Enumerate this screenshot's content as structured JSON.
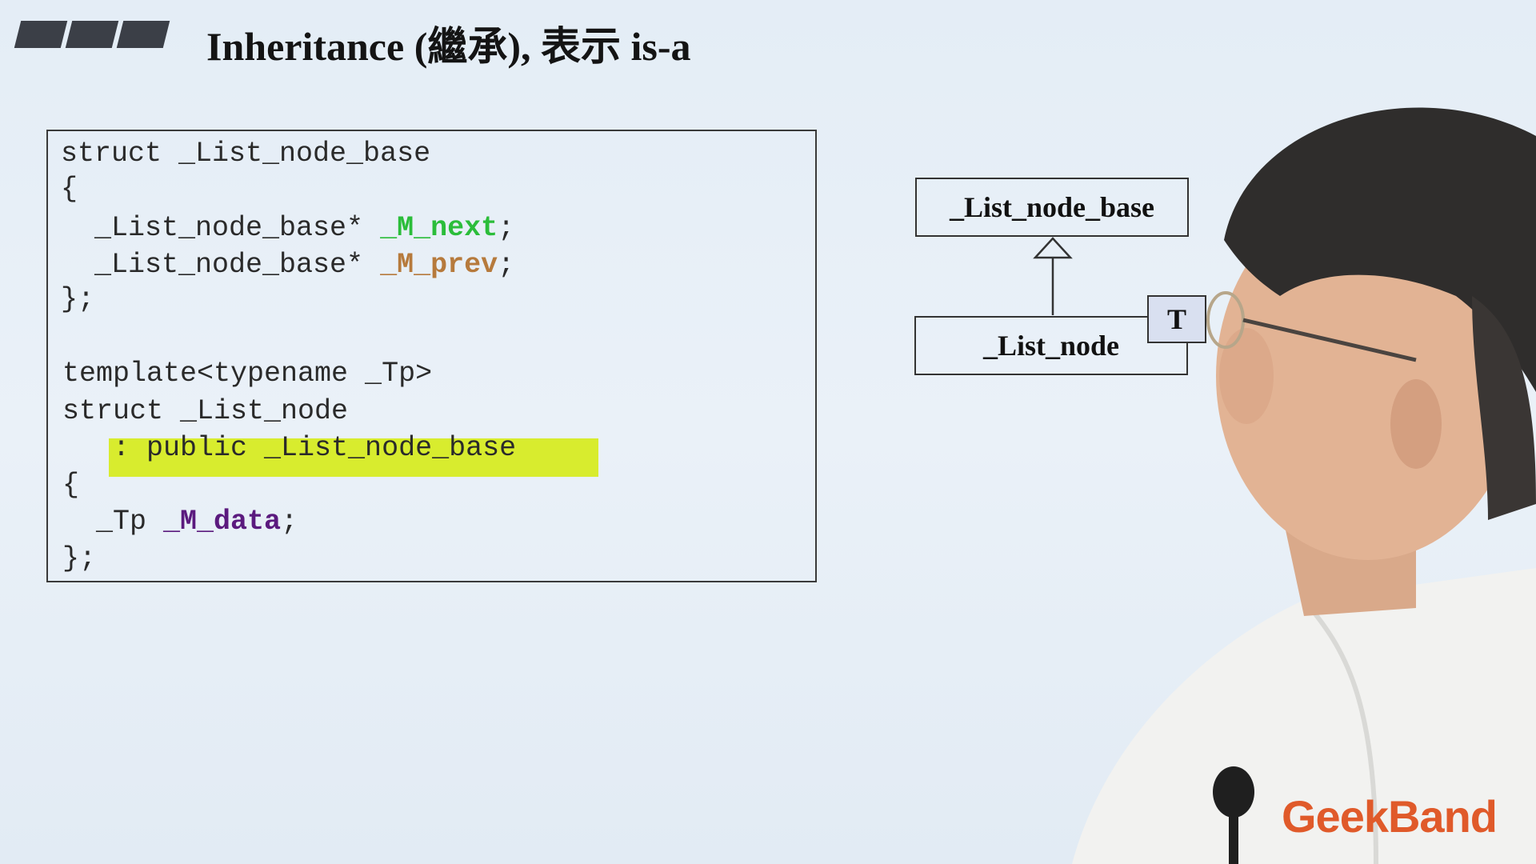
{
  "slide": {
    "title": "Inheritance (繼承), 表示 is-a"
  },
  "code": {
    "line1": "struct _List_node_base",
    "line2": "{",
    "line3_pre": "  _List_node_base* ",
    "line3_var": "_M_next",
    "line3_post": ";",
    "line4_pre": "  _List_node_base* ",
    "line4_var": "_M_prev",
    "line4_post": ";",
    "line5": "};",
    "line6": "template<typename _Tp>",
    "line7": "struct _List_node",
    "line8": "   : public _List_node_base",
    "line9": "{",
    "line10_pre": "  _Tp ",
    "line10_var": "_M_data",
    "line10_post": ";",
    "line11": "};"
  },
  "diagram": {
    "base_class": "_List_node_base",
    "derived_class": "_List_node",
    "template_param": "T"
  },
  "colors": {
    "next": "#2bbd3a",
    "prev": "#b67a3c",
    "data": "#5b1a7e",
    "highlight": "#d8ec2e",
    "logo": "#e05a2a"
  },
  "logo": "GeekBand"
}
